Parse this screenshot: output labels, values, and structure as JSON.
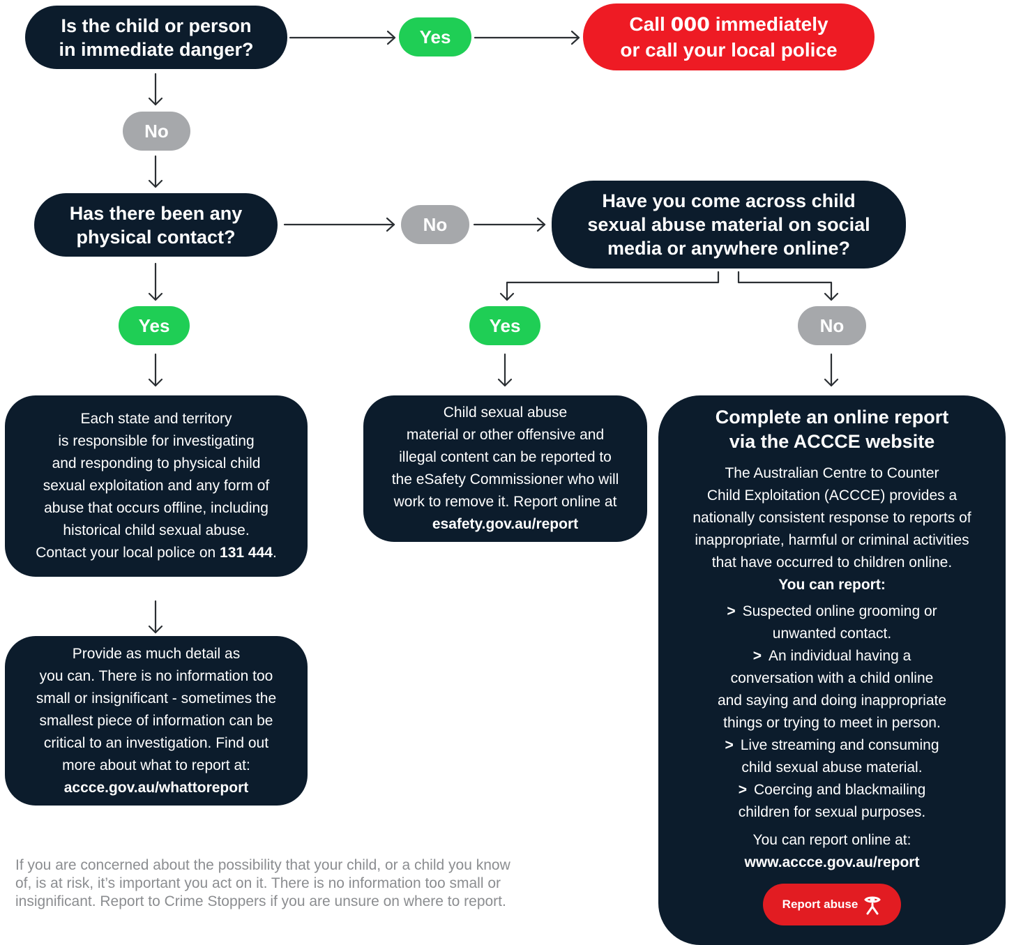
{
  "q1": {
    "lines": [
      "Is the child or person",
      "in immediate danger?"
    ],
    "yes": "Yes",
    "no": "No"
  },
  "emergency": {
    "pre": "Call ",
    "number": "000",
    "post": " immediately",
    "line2": "or call your local police"
  },
  "q2": {
    "lines": [
      "Has there been any",
      "physical contact?"
    ],
    "yes": "Yes",
    "no": "No"
  },
  "q3": {
    "lines": [
      "Have you come across child",
      "sexual abuse material on social",
      "media or anywhere online?"
    ],
    "yes": "Yes",
    "no": "No"
  },
  "police_box": {
    "lines": [
      "Each state and territory",
      "is responsible for investigating",
      "and responding to physical child",
      "sexual exploitation and any form of",
      "abuse that occurs offline, including",
      "historical child sexual abuse."
    ],
    "contact_pre": "Contact your local police on ",
    "contact_number": "131 444",
    "contact_post": "."
  },
  "detail_box": {
    "lines": [
      "Provide as much detail as",
      "you can. There is no information too",
      "small or insignificant - sometimes the",
      "smallest piece of information can be",
      "critical to an investigation. Find out",
      "more about what to report at:"
    ],
    "link": "accce.gov.au/whattoreport"
  },
  "esafety_box": {
    "lines": [
      "Child sexual abuse",
      "material or other offensive and",
      "illegal content can be reported to",
      "the eSafety Commissioner who will",
      "work to remove it. Report online at"
    ],
    "link": "esafety.gov.au/report"
  },
  "accce_box": {
    "title_lines": [
      "Complete an online report",
      "via the ACCCE website"
    ],
    "para_lines": [
      "The Australian Centre to Counter",
      "Child Exploitation (ACCCE) provides a",
      "nationally consistent response to reports of",
      "inappropriate, harmful or criminal activities",
      "that have occurred to children online."
    ],
    "subhead": "You can report:",
    "marker": ">",
    "bullets": [
      [
        "Suspected online grooming or",
        "unwanted contact."
      ],
      [
        "An individual having a",
        "conversation with a child online",
        "and saying and doing inappropriate",
        "things or trying to meet in person."
      ],
      [
        "Live streaming and consuming",
        "child sexual abuse material."
      ],
      [
        "Coercing and blackmailing",
        "children for sexual purposes."
      ]
    ],
    "online_label": "You can report online at:",
    "link": "www.accce.gov.au/report",
    "button_label": "Report abuse",
    "button_icon": "report-abuse-icon"
  },
  "footer": {
    "lines": [
      "If you are concerned about the possibility that your child, or a child you know",
      "of, is at risk, it’s important you act on it. There is no information too small or",
      "insignificant. Report to Crime Stoppers if you are unsure on where to report."
    ]
  },
  "colors": {
    "navy": "#0c1c2c",
    "yes_green": "#1fce55",
    "no_grey": "#a6a8ab",
    "alert_red": "#ee1b24",
    "footer_grey": "#8b8d90"
  }
}
